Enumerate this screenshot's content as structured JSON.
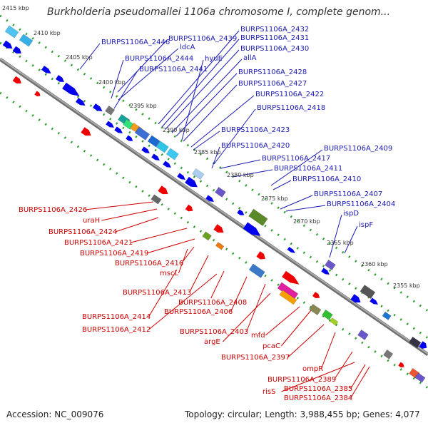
{
  "title": "Burkholderia pseudomallei 1106a chromosome I, complete genom...",
  "accession": "Accession: NC_009076",
  "topology": "Topology: circular; Length: 3,988,455 bp; Genes: 4,077",
  "colors": {
    "forward_label": "#1a1ab4",
    "reverse_label": "#cc0000",
    "backbone": "#888888",
    "forward_gene": "#0000ee",
    "reverse_gene": "#ee0000",
    "dots": "#2a9d2a"
  },
  "ticks": [
    "2415 kbp",
    "2410 kbp",
    "2405 kbp",
    "2400 kbp",
    "2395 kbp",
    "2390 kbp",
    "2385 kbp",
    "2380 kbp",
    "2375 kbp",
    "2370 kbp",
    "2365 kbp",
    "2360 kbp",
    "2355 kbp"
  ],
  "forward_labels": [
    "BURPS1106A_2446",
    "BURPS1106A_2439",
    "ldcA",
    "BURPS1106A_2444",
    "hyuE",
    "BURPS1106A_2441",
    "BURPS1106A_2432",
    "BURPS1106A_2431",
    "BURPS1106A_2430",
    "allA",
    "BURPS1106A_2428",
    "BURPS1106A_2427",
    "BURPS1106A_2422",
    "BURPS1106A_2418",
    "BURPS1106A_2423",
    "BURPS1106A_2420",
    "BURPS1106A_2417",
    "BURPS1106A_2411",
    "BURPS1106A_2409",
    "BURPS1106A_2410",
    "BURPS1106A_2407",
    "BURPS1106A_2404",
    "ispD",
    "ispF"
  ],
  "reverse_labels": [
    "BURPS1106A_2426",
    "uraH",
    "BURPS1106A_2424",
    "BURPS1106A_2421",
    "BURPS1106A_2419",
    "BURPS1106A_2416",
    "mscL",
    "BURPS1106A_2413",
    "BURPS1106A_2408",
    "BURPS1106A_2406",
    "BURPS1106A_2414",
    "BURPS1106A_2412",
    "BURPS1106A_2403",
    "argE",
    "mfd",
    "pcaC",
    "BURPS1106A_2397",
    "ompR",
    "BURPS1106A_2389",
    "risS",
    "BURPS1106A_2385",
    "BURPS1106A_2384"
  ]
}
